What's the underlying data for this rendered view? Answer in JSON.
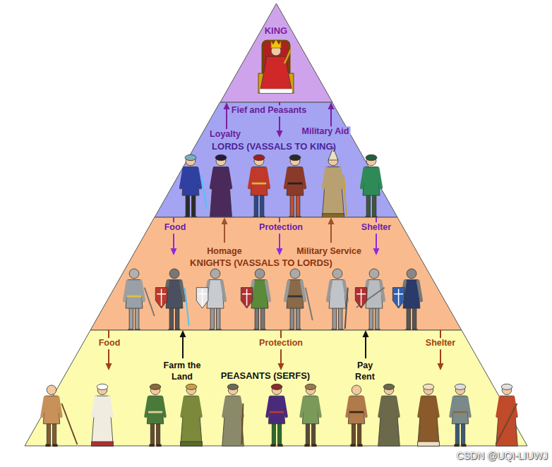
{
  "diagram": {
    "nodes": [
      {
        "text": [
          "KING"
        ]
      },
      {
        "text": [
          "LORDS (VASSALS TO KING)"
        ]
      },
      {
        "text": [
          "KNIGHTS (VASSALS TO LORDS)"
        ]
      },
      {
        "text": [
          "PEASANTS (SERFS)"
        ]
      }
    ],
    "edges": [
      {
        "from": 0,
        "to": 1,
        "label": "Fief and Peasants",
        "arrow": "to"
      },
      {
        "from": 1,
        "to": 0,
        "label": "Loyalty",
        "arrow": "to"
      },
      {
        "from": 1,
        "to": 0,
        "label": "Military Aid",
        "arrow": "to"
      },
      {
        "from": 1,
        "to": 2,
        "label": "Food",
        "arrow": "to"
      },
      {
        "from": 2,
        "to": 1,
        "label": "Homage",
        "arrow": "to"
      },
      {
        "from": 1,
        "to": 2,
        "label": "Protection",
        "arrow": "to"
      },
      {
        "from": 2,
        "to": 1,
        "label": "Military Service",
        "arrow": "to"
      },
      {
        "from": 1,
        "to": 2,
        "label": "Shelter",
        "arrow": "to"
      },
      {
        "from": 2,
        "to": 3,
        "label": "Food",
        "arrow": "to"
      },
      {
        "from": 3,
        "to": 2,
        "label": "Farm the Land",
        "arrow": "to"
      },
      {
        "from": 2,
        "to": 3,
        "label": "Protection",
        "arrow": "to"
      },
      {
        "from": 3,
        "to": 2,
        "label": "Pay Rent",
        "arrow": "to"
      },
      {
        "from": 2,
        "to": 3,
        "label": "Shelter",
        "arrow": "to"
      }
    ],
    "labels": [
      "CSDN @UQI-LIUWJ"
    ]
  }
}
